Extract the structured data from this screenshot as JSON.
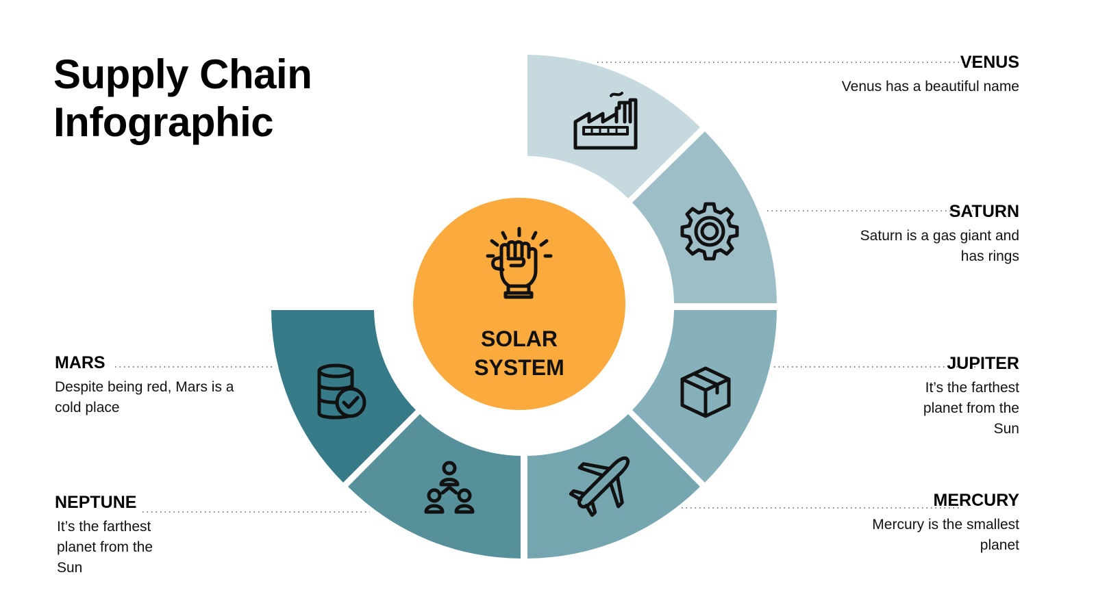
{
  "title": {
    "line1": "Supply Chain",
    "line2": "Infographic"
  },
  "center": {
    "line1": "SOLAR",
    "line2": "SYSTEM",
    "color": "#FBAA3E",
    "icon": "raised-fist-icon"
  },
  "segments": [
    {
      "key": "venus",
      "name": "VENUS",
      "desc": "Venus has a beautiful name",
      "icon": "factory-icon",
      "color": "#C5D9DE"
    },
    {
      "key": "saturn",
      "name": "SATURN",
      "desc": "Saturn is a gas giant and has rings",
      "icon": "gear-icon",
      "color": "#9DBEC6"
    },
    {
      "key": "jupiter",
      "name": "JUPITER",
      "desc": "It’s the farthest planet from the Sun",
      "icon": "box-icon",
      "color": "#87B1BA"
    },
    {
      "key": "mercury",
      "name": "MERCURY",
      "desc": "Mercury is the smallest planet",
      "icon": "airplane-icon",
      "color": "#75A5AE"
    },
    {
      "key": "neptune",
      "name": "NEPTUNE",
      "desc": "It’s the farthest planet from the Sun",
      "icon": "people-network-icon",
      "color": "#55909B"
    },
    {
      "key": "mars",
      "name": "MARS",
      "desc": "Despite being red, Mars is a cold place",
      "icon": "database-check-icon",
      "color": "#377B89"
    }
  ]
}
